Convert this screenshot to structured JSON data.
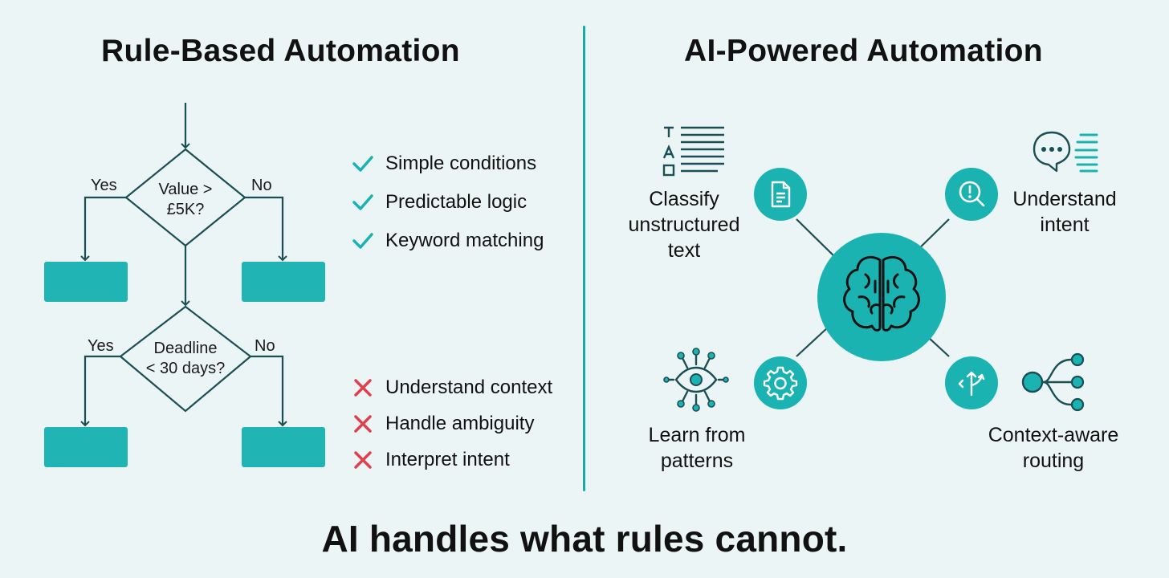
{
  "left_panel": {
    "title": "Rule-Based Automation",
    "decision1": {
      "line1": "Value >",
      "line2": "£5K?",
      "yes": "Yes",
      "no": "No"
    },
    "decision2": {
      "line1": "Deadline",
      "line2": "< 30 days?",
      "yes": "Yes",
      "no": "No"
    },
    "strengths": [
      "Simple conditions",
      "Predictable logic",
      "Keyword matching"
    ],
    "limitations": [
      "Understand context",
      "Handle ambiguity",
      "Interpret intent"
    ]
  },
  "right_panel": {
    "title": "AI-Powered Automation",
    "capabilities": {
      "classify": {
        "line1": "Classify",
        "line2": "unstructured",
        "line3": "text"
      },
      "intent": {
        "line1": "Understand",
        "line2": "intent"
      },
      "learn": {
        "line1": "Learn from",
        "line2": "patterns"
      },
      "routing": {
        "line1": "Context-aware",
        "line2": "routing"
      }
    }
  },
  "tagline": "AI handles what rules cannot.",
  "colors": {
    "teal": "#1bb3b2",
    "dark_teal": "#1a4f55",
    "cross": "#e0404e",
    "background": "#ecf5f5"
  },
  "icons": [
    "document-icon",
    "search-alert-icon",
    "gear-icon",
    "split-arrow-icon",
    "brain-icon",
    "text-list-icon",
    "chat-bubble-icon",
    "eye-network-icon",
    "routing-network-icon",
    "check-icon",
    "cross-icon"
  ]
}
